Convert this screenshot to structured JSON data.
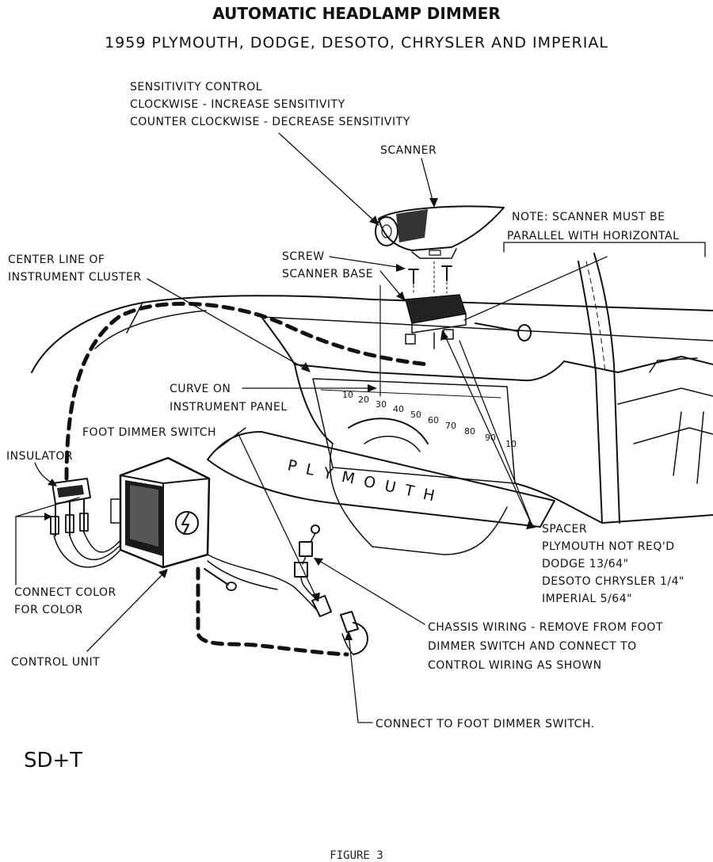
{
  "title": "AUTOMATIC HEADLAMP DIMMER",
  "subtitle": "1959 PLYMOUTH, DODGE, DESOTO, CHRYSLER AND IMPERIAL",
  "labels": {
    "sensitivity_1": "SENSITIVITY CONTROL",
    "sensitivity_2": "CLOCKWISE - INCREASE SENSITIVITY",
    "sensitivity_3": "COUNTER CLOCKWISE - DECREASE SENSITIVITY",
    "scanner": "SCANNER",
    "note_1": "NOTE: SCANNER MUST BE",
    "note_2": "PARALLEL WITH HORIZONTAL",
    "screw": "SCREW",
    "scanner_base": "SCANNER BASE",
    "center_line_1": "CENTER LINE OF",
    "center_line_2": "INSTRUMENT CLUSTER",
    "curve_1": "CURVE ON",
    "curve_2": "INSTRUMENT PANEL",
    "foot_dimmer": "FOOT DIMMER SWITCH",
    "insulator": "INSULATOR",
    "connect_color_1": "CONNECT COLOR",
    "connect_color_2": "FOR COLOR",
    "control_unit": "CONTROL UNIT",
    "spacer": "SPACER",
    "spacer_plymouth": "PLYMOUTH NOT REQ'D",
    "spacer_dodge": "DODGE 13/64\"",
    "spacer_desoto": "DESOTO CHRYSLER 1/4\"",
    "spacer_imperial": "IMPERIAL 5/64\"",
    "chassis_1": "CHASSIS WIRING - REMOVE FROM FOOT",
    "chassis_2": "DIMMER SWITCH AND CONNECT TO",
    "chassis_3": "CONTROL WIRING AS SHOWN",
    "connect_foot": "CONNECT TO FOOT DIMMER SWITCH.",
    "initials": "SD+T",
    "speedo_10": "10",
    "speedo_20": "20",
    "speedo_30": "30",
    "speedo_40": "40",
    "speedo_50": "50",
    "speedo_60": "60",
    "speedo_70": "70",
    "speedo_80": "80",
    "speedo_90": "90",
    "speedo_100": "10",
    "plymouth": "P L Y M O U T H"
  },
  "caption": "FIGURE 3"
}
